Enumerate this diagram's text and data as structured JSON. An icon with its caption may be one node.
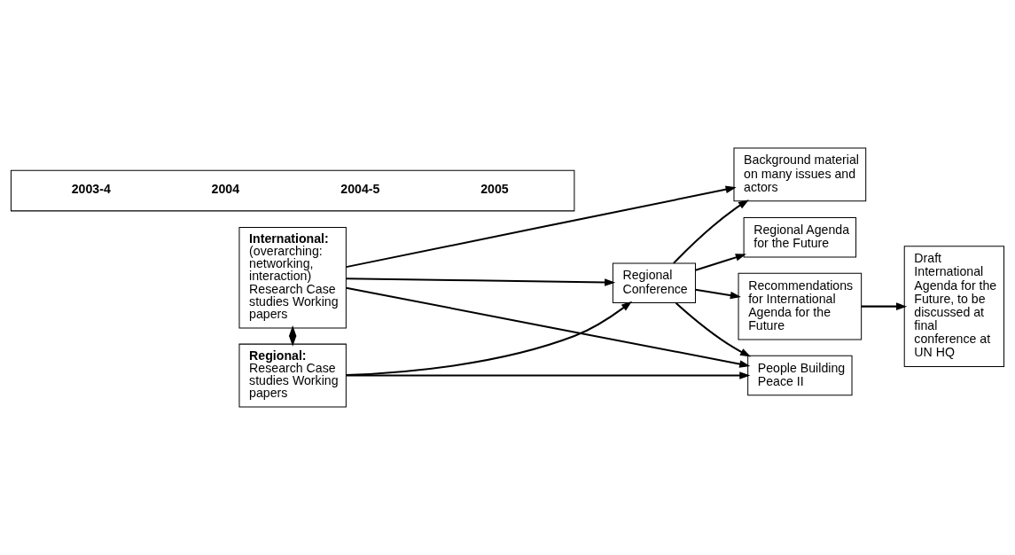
{
  "diagram": {
    "nodes": [
      {
        "text": [
          "2003-4",
          "2004",
          "2004-5",
          "2005"
        ]
      },
      {
        "text": [
          "International:",
          "(overarching: networking, interaction) Research Case studies Working papers"
        ]
      },
      {
        "text": [
          "Regional:",
          "Research Case studies Working papers"
        ]
      },
      {
        "text": [
          "Regional Conference"
        ]
      },
      {
        "text": [
          "People Building Peace II"
        ]
      },
      {
        "text": [
          "Regional Agenda for the Future"
        ]
      },
      {
        "text": [
          "Recommendations for International Agenda for the Future"
        ]
      },
      {
        "text": [
          "Background material on many issues and actors"
        ]
      },
      {
        "text": [
          "Draft International Agenda for the Future, to be discussed at final conference at UN HQ"
        ]
      }
    ],
    "edges": [
      {
        "from": 1,
        "to": 4,
        "arrow": "to"
      },
      {
        "from": 2,
        "to": 4,
        "arrow": "to"
      },
      {
        "from": 1,
        "to": 3,
        "arrow": "to"
      },
      {
        "from": 2,
        "to": 3,
        "arrow": "to"
      },
      {
        "from": 1,
        "to": 2,
        "arrow": "both"
      },
      {
        "from": 1,
        "to": 7,
        "arrow": "to"
      },
      {
        "from": 3,
        "to": 4,
        "arrow": "to"
      },
      {
        "from": 3,
        "to": 5,
        "arrow": "to"
      },
      {
        "from": 3,
        "to": 6,
        "arrow": "to"
      },
      {
        "from": 3,
        "to": 7,
        "arrow": "to"
      },
      {
        "from": 6,
        "to": 8,
        "arrow": "to"
      }
    ]
  }
}
